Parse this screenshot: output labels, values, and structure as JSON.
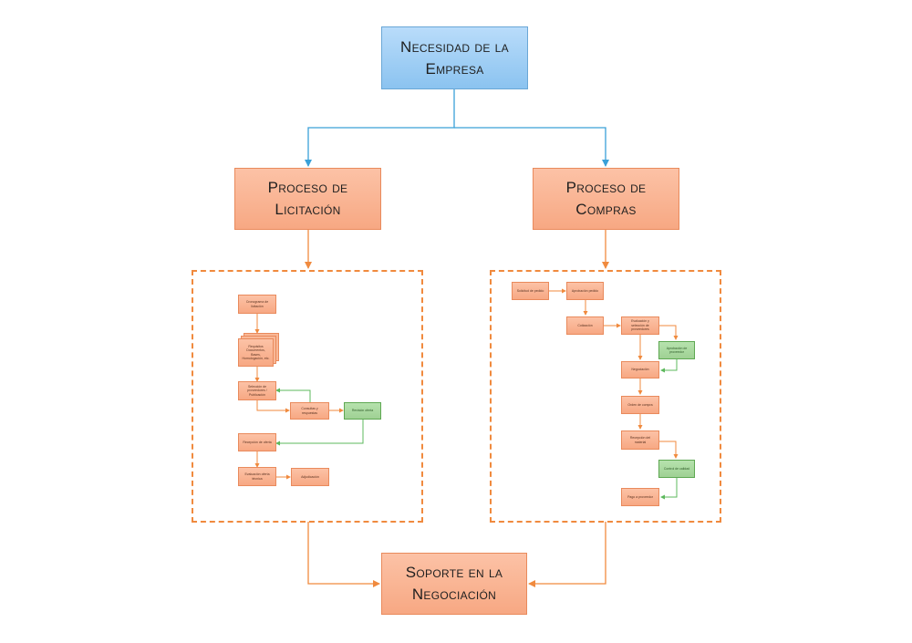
{
  "colors": {
    "blue_fill": "#9ccdf4",
    "orange_fill": "#f9b592",
    "green_fill": "#a8d89e",
    "orange_connector": "#f08a3e",
    "blue_connector": "#3aa0d8",
    "green_connector": "#5cb85c"
  },
  "top": {
    "label": "Necesidad de la Empresa"
  },
  "licitacion": {
    "label": "Proceso de Licitación"
  },
  "compras": {
    "label": "Proceso de Compras"
  },
  "soporte": {
    "label": "Soporte en la Negociación"
  },
  "licitacion_steps": [
    {
      "label": "Cronograma de licitación"
    },
    {
      "label": "Requisitos Documentos, Bases, Homologación, etc."
    },
    {
      "label": "Selección de proveedores / Publicación"
    },
    {
      "label": "Consultas y respuestas"
    },
    {
      "label": "Revisión oferta"
    },
    {
      "label": "Recepción de oferta"
    },
    {
      "label": "Evaluación oferta técnica"
    },
    {
      "label": "Adjudicación"
    }
  ],
  "compras_steps": [
    {
      "label": "Solicitud de pedido"
    },
    {
      "label": "Aprobación pedido"
    },
    {
      "label": "Cotización"
    },
    {
      "label": "Evaluación y selección de proveedores"
    },
    {
      "label": "Aprobación de proveedor"
    },
    {
      "label": "Negociación"
    },
    {
      "label": "Orden de compra"
    },
    {
      "label": "Recepción del material"
    },
    {
      "label": "Control de calidad"
    },
    {
      "label": "Pago a proveedor"
    }
  ]
}
